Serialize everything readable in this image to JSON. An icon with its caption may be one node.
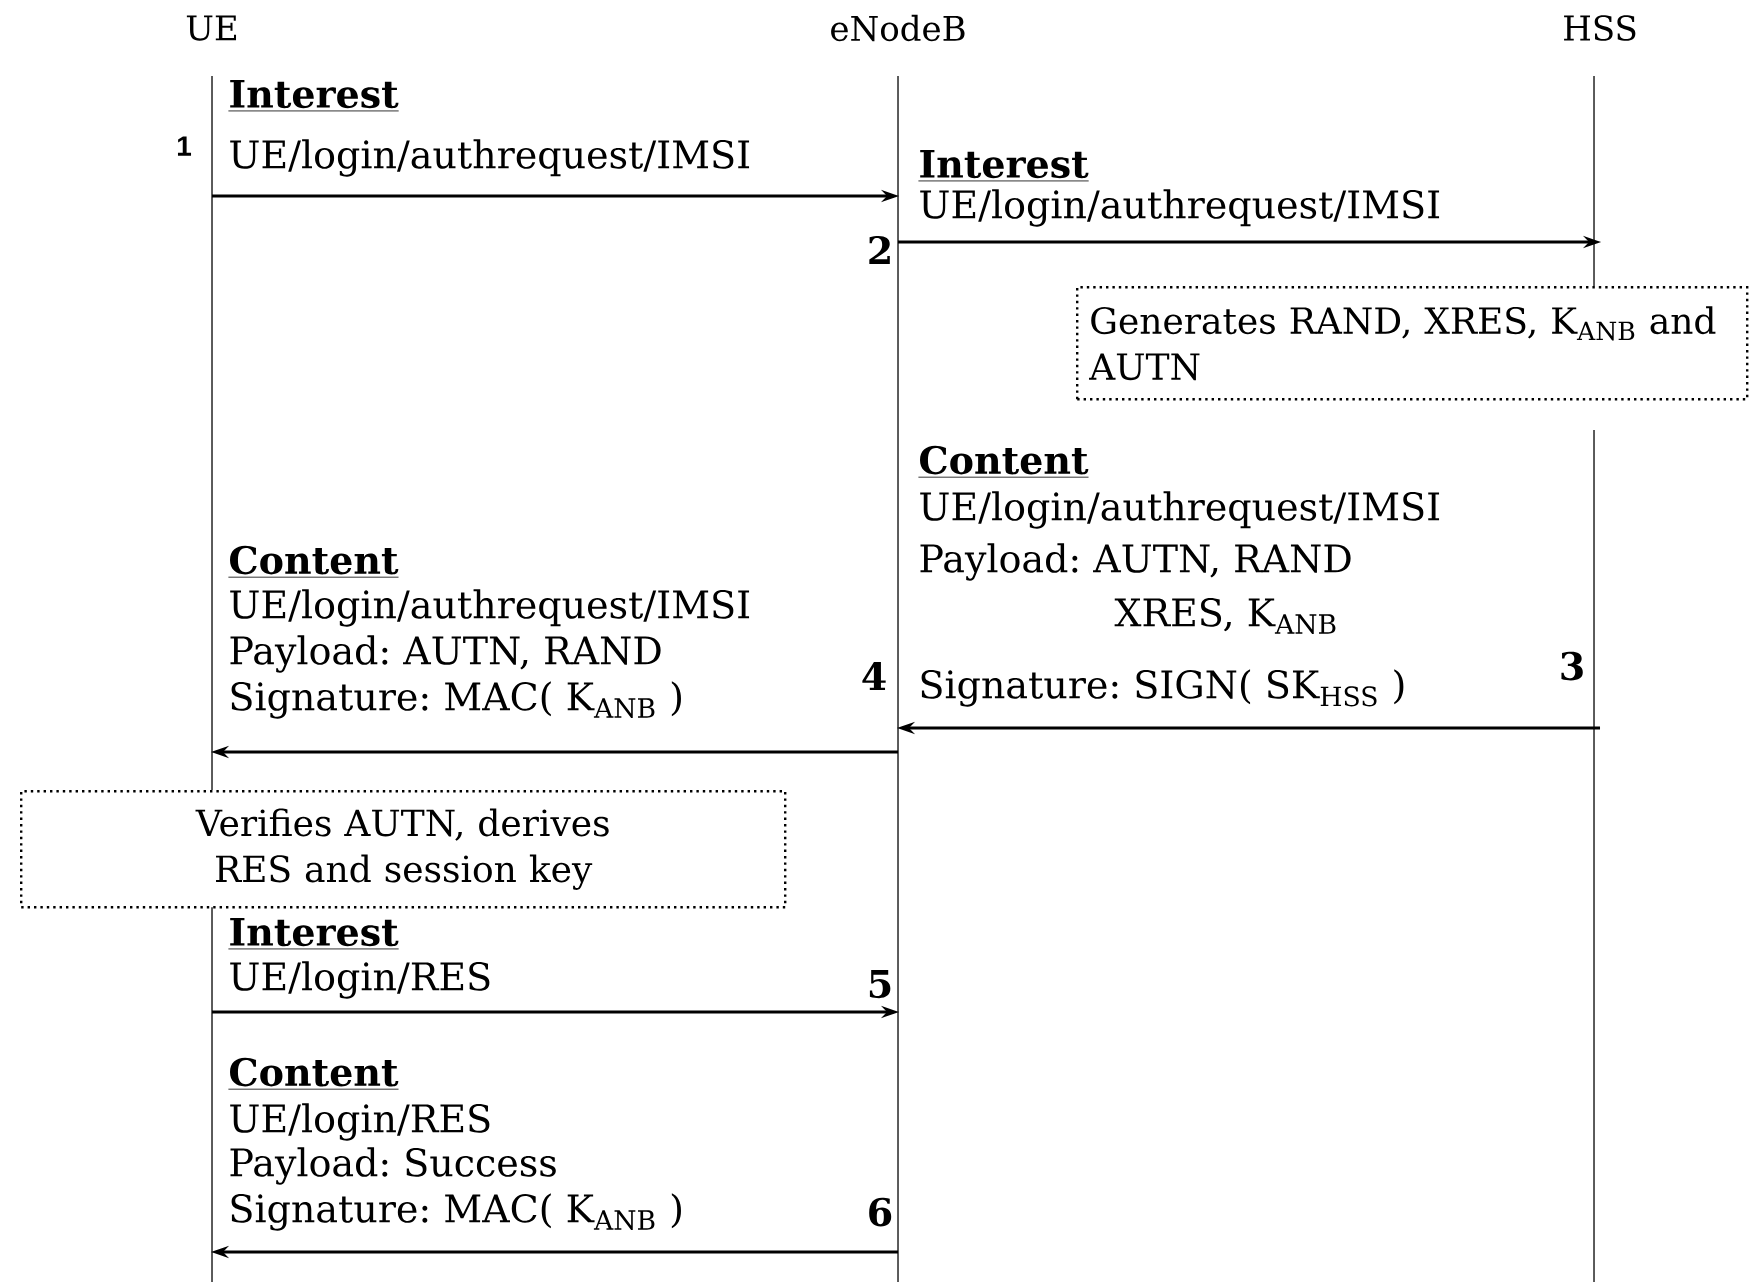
{
  "diagram": {
    "nodes": [
      {
        "text": [
          "UE"
        ]
      },
      {
        "text": [
          "eNodeB"
        ]
      },
      {
        "text": [
          "HSS"
        ]
      },
      {
        "text": [
          "Generates RAND, XRES, K$_{ANB}$ and AUTN"
        ]
      },
      {
        "text": [
          "Verifies AUTN, derives RES and session key"
        ]
      }
    ],
    "edges": [
      {
        "from": 0,
        "to": 1,
        "arrow": "to"
      },
      {
        "from": 1,
        "to": 2,
        "arrow": "to"
      },
      {
        "from": 2,
        "to": 1,
        "arrow": "to"
      },
      {
        "from": 1,
        "to": 0,
        "arrow": "to"
      },
      {
        "from": 0,
        "to": 1,
        "arrow": "to"
      },
      {
        "from": 1,
        "to": 0,
        "arrow": "to"
      }
    ],
    "labels": [
      "1",
      "Interest",
      "UE/login/authrequest/IMSI",
      "Interest",
      "UE/login/authrequest/IMSI",
      "2",
      "Content",
      "UE/login/authrequest/IMSI",
      "Payload: AUTN, RAND",
      "XRES, K$_{ANB}$",
      "Signature: SIGN( SK$_{HSS}$ )",
      "3",
      "Content",
      "UE/login/authrequest/IMSI",
      "Payload: AUTN, RAND",
      "Signature: MAC( K$_{ANB}$ )",
      "4",
      "Interest",
      "UE/login/RES",
      "5",
      "Content",
      "UE/login/RES",
      "Payload: Success",
      "Signature: MAC( K$_{ANB}$ )",
      "6"
    ]
  }
}
